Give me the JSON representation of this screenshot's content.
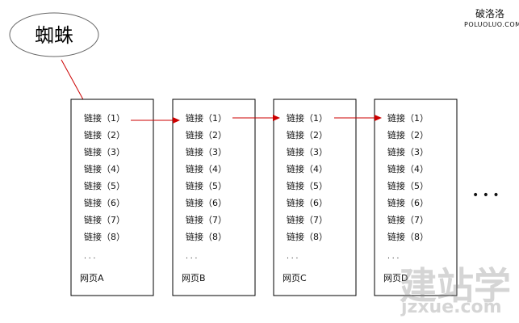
{
  "spider": {
    "label": "蜘蛛"
  },
  "pages": [
    {
      "name": "网页A",
      "links": [
        "链接（1）",
        "链接（2）",
        "链接（3）",
        "链接（4）",
        "链接（5）",
        "链接（6）",
        "链接（7）",
        "链接（8）"
      ],
      "ellipsis": ". . ."
    },
    {
      "name": "网页B",
      "links": [
        "链接（1）",
        "链接（2）",
        "链接（3）",
        "链接（4）",
        "链接（5）",
        "链接（6）",
        "链接（7）",
        "链接（8）"
      ],
      "ellipsis": ". . ."
    },
    {
      "name": "网页C",
      "links": [
        "链接（1）",
        "链接（2）",
        "链接（3）",
        "链接（4）",
        "链接（5）",
        "链接（6）",
        "链接（7）",
        "链接（8）"
      ],
      "ellipsis": ". . ."
    },
    {
      "name": "网页D",
      "links": [
        "链接（1）",
        "链接（2）",
        "链接（3）",
        "链接（4）",
        "链接（5）",
        "链接（6）",
        "链接（7）",
        "链接（8）"
      ],
      "ellipsis": ". . ."
    }
  ],
  "more_indicator": "• • •",
  "watermark_top": {
    "cn": "破洛洛",
    "en": "POLUOLUO.COM"
  },
  "watermark_bottom": {
    "cn": "建站学",
    "en": "jzxue.com"
  },
  "colors": {
    "arrow": "#cc0000",
    "box_border": "#000000",
    "text": "#111111",
    "ellipse_border": "#666666"
  }
}
